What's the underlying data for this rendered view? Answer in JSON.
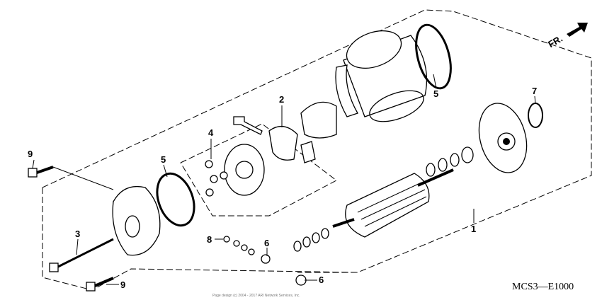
{
  "diagram": {
    "callouts": [
      {
        "id": "9a",
        "label": "9"
      },
      {
        "id": "4",
        "label": "4"
      },
      {
        "id": "2",
        "label": "2"
      },
      {
        "id": "5a",
        "label": "5"
      },
      {
        "id": "7",
        "label": "7"
      },
      {
        "id": "5b",
        "label": "5"
      },
      {
        "id": "3",
        "label": "3"
      },
      {
        "id": "8",
        "label": "8"
      },
      {
        "id": "6a",
        "label": "6"
      },
      {
        "id": "1",
        "label": "1"
      },
      {
        "id": "9b",
        "label": "9"
      },
      {
        "id": "6b",
        "label": "6"
      }
    ],
    "direction_label": "FR.",
    "diagram_code": "MCS3—E1000",
    "copyright": "Page design (c) 2004 - 2017 ARI Network Services, Inc."
  }
}
